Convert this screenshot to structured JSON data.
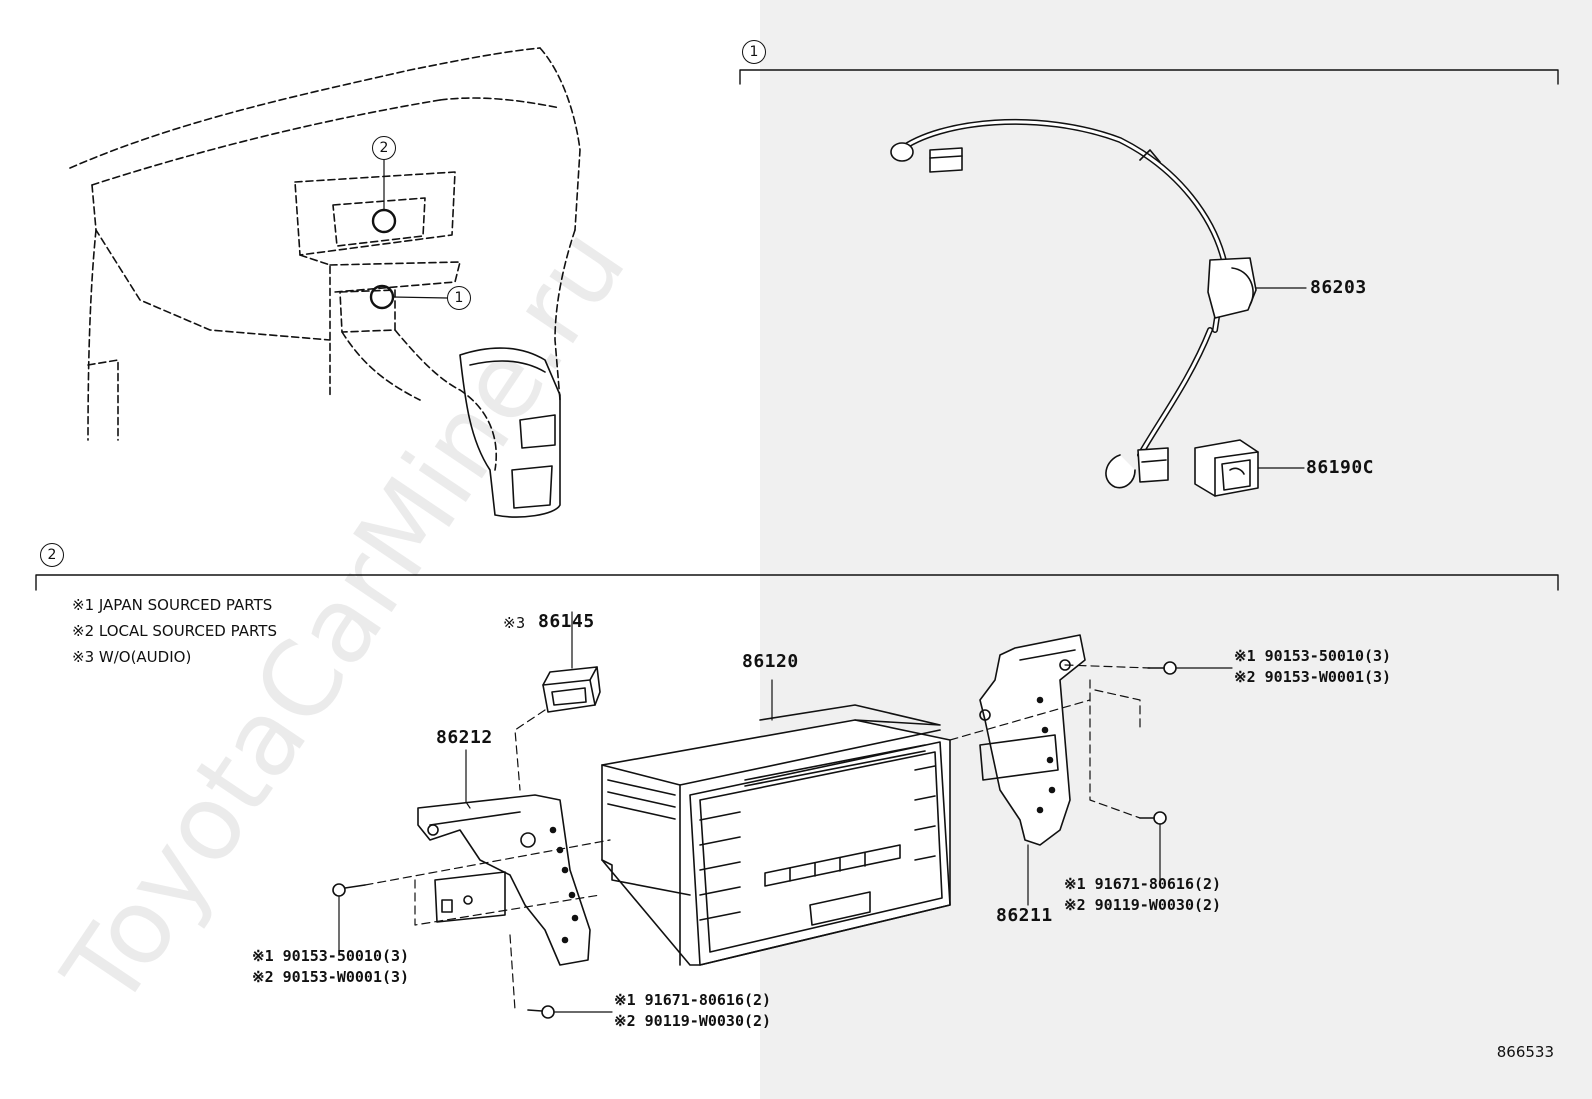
{
  "callouts": {
    "one": "1",
    "two": "2"
  },
  "parts": {
    "p86203": "86203",
    "p86190c": "86190C",
    "p86145": "86145",
    "p86145_prefix": "※3",
    "p86120": "86120",
    "p86212": "86212",
    "p86211": "86211"
  },
  "notes": [
    "※1 JAPAN SOURCED PARTS",
    "※2 LOCAL SOURCED PARTS",
    "※3 W/O(AUDIO)"
  ],
  "fasteners": {
    "top_right": [
      "※1 90153-50010(3)",
      "※2 90153-W0001(3)"
    ],
    "mid_right": [
      "※1 91671-80616(2)",
      "※2 90119-W0030(2)"
    ],
    "left": [
      "※1 90153-50010(3)",
      "※2 90153-W0001(3)"
    ],
    "bottom": [
      "※1 91671-80616(2)",
      "※2 90119-W0030(2)"
    ]
  },
  "watermark": "ToyotaCarMine.ru",
  "diagram_id": "866533"
}
